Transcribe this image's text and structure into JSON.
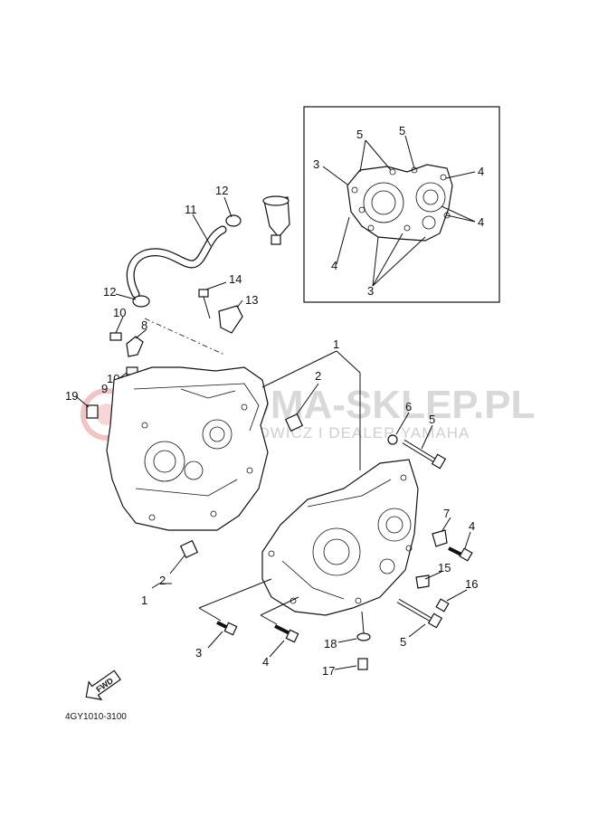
{
  "watermark": {
    "brand": "MOMA-SKLEP.PL",
    "subtitle": "CHOWICZ I DEALER YAMAHA"
  },
  "inset_callouts": [
    "3",
    "5",
    "5",
    "4",
    "4",
    "4",
    "3"
  ],
  "callouts": [
    "1",
    "2",
    "11",
    "12",
    "12",
    "14",
    "13",
    "10",
    "8",
    "10",
    "9",
    "19",
    "6",
    "5",
    "7",
    "4",
    "15",
    "16",
    "2",
    "1",
    "3",
    "4",
    "18",
    "5",
    "17"
  ],
  "forward_arrow_label": "FWD",
  "diagram_code": "4GY1010-3100"
}
